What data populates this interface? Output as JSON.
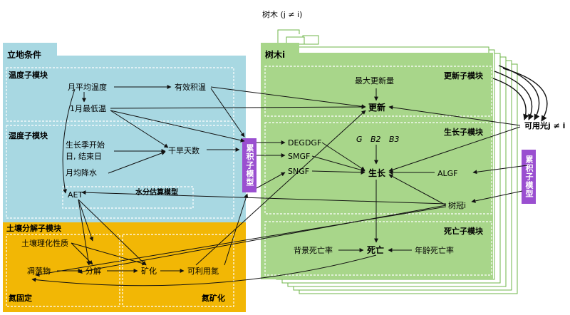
{
  "colors": {
    "site_bg": "#a8d8e2",
    "soil_bg": "#f2b705",
    "tree_bg": "#a8d68a",
    "accum": "#9a4fd0",
    "line": "#111111",
    "dashed": "#ffffff"
  },
  "site": {
    "title": "立地条件",
    "temp_module": "温度子模块",
    "moist_module": "湿度子模块",
    "water_model": "水分估算模型",
    "nodes": {
      "monthly_temp": "月平均温度",
      "jan_min_temp": "1月最低温",
      "effective_temp": "有效积温",
      "season_line1": "生长季开始",
      "season_line2": "日, 结束日",
      "monthly_precip": "月均降水",
      "drought_days": "干旱天数",
      "aet": "AET"
    }
  },
  "soil": {
    "title": "土壤分解子模块",
    "nitrogen_fixation": "氮固定",
    "nitrogen_mineralization": "氮矿化",
    "nodes": {
      "soil_props": "土壤理化性质",
      "litter": "凋落物",
      "decomposition": "分解",
      "mineralization": "矿化",
      "available_n": "可利用氮"
    }
  },
  "accumulation": {
    "label": "累积子模型"
  },
  "tree": {
    "other_trees": "树木 (j ≠ i)",
    "title": "树木i",
    "regen_module": "更新子模块",
    "growth_module": "生长子模块",
    "mortality_module": "死亡子模块",
    "nodes": {
      "max_regen": "最大更新量",
      "regen": "更新",
      "degdgf": "DEGDGF",
      "smgf": "SMGF",
      "sngf": "SNGF",
      "g": "G",
      "b2": "B2",
      "b3": "B3",
      "growth": "生长",
      "algf": "ALGF",
      "crown": "树冠i",
      "bg_mortality": "背景死亡率",
      "death": "死亡",
      "age_mortality": "年龄死亡率"
    }
  },
  "available_light": "可用光j ≠ i"
}
